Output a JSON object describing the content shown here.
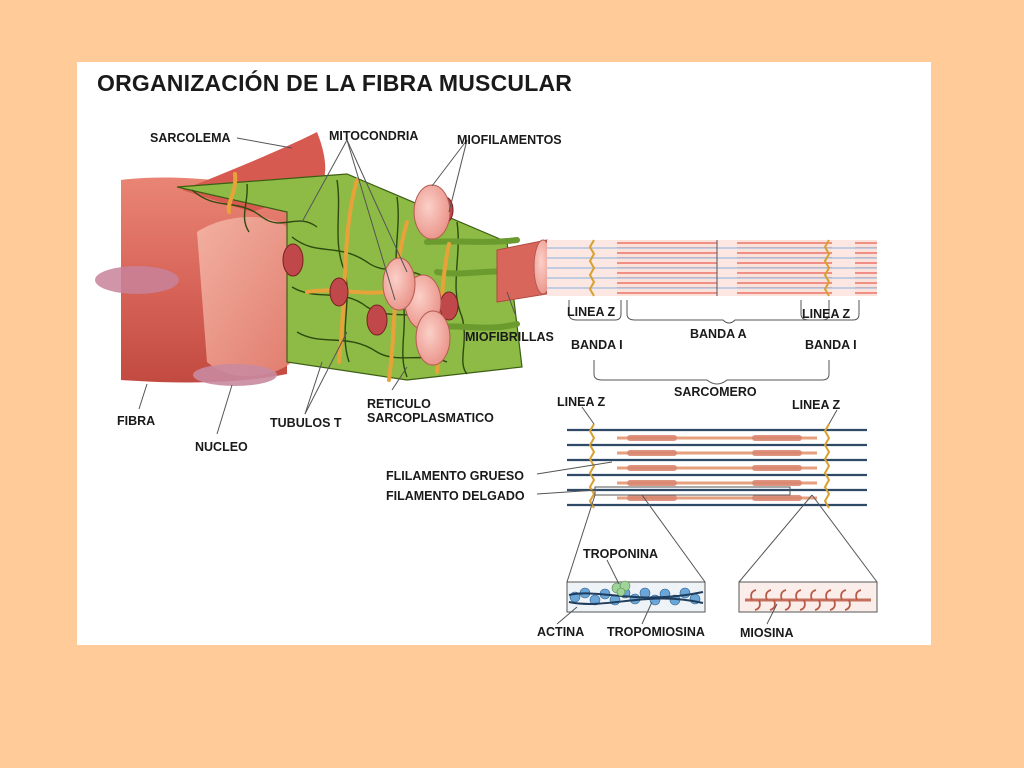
{
  "title": "ORGANIZACIÓN DE LA FIBRA MUSCULAR",
  "labels": {
    "sarcolema": "SARCOLEMA",
    "mitocondria": "MITOCONDRIA",
    "miofilamentos": "MIOFILAMENTOS",
    "miofibrillas": "MIOFIBRILLAS",
    "fibra": "FIBRA",
    "nucleo": "NUCLEO",
    "tubulos_t": "TUBULOS T",
    "reticulo_1": "RETICULO",
    "reticulo_2": "SARCOPLASMATICO",
    "linea_z": "LINEA Z",
    "banda_a": "BANDA A",
    "banda_i": "BANDA I",
    "sarcomero": "SARCOMERO",
    "filamento_grueso": "FLILAMENTO GRUESO",
    "filamento_delgado": "FILAMENTO DELGADO",
    "troponina": "TROPONINA",
    "actina": "ACTINA",
    "tropomiosina": "TROPOMIOSINA",
    "miosina": "MIOSINA"
  },
  "colors": {
    "background": "#ffcc99",
    "panel": "#ffffff",
    "fiber": "#d9665a",
    "fiber_light": "#f0a898",
    "reticulum": "#6b9a2e",
    "tubule": "#e8a23a",
    "myofibril": "#f4a9a0",
    "filament_dark": "#2e4a66",
    "actin": "#6aa6d8",
    "troponin": "#9fd39a",
    "myosin": "#d9846e"
  }
}
